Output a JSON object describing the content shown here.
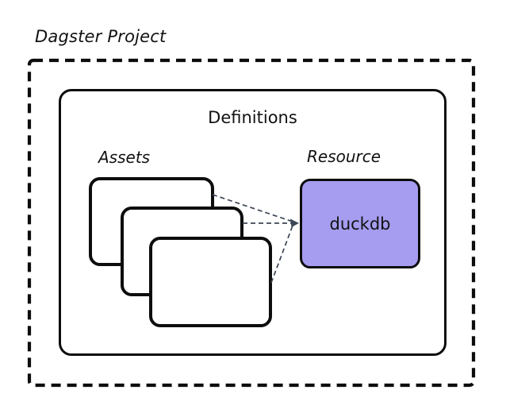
{
  "title": "Dagster Project",
  "definitions": {
    "label": "Definitions"
  },
  "assets": {
    "label": "Assets",
    "card_count": 3
  },
  "resource": {
    "label": "Resource",
    "node_label": "duckdb"
  },
  "colors": {
    "background": "#ffffff",
    "box_border": "#0d0d0d",
    "resource_fill": "#a69cf0",
    "connector": "#3c4654"
  }
}
